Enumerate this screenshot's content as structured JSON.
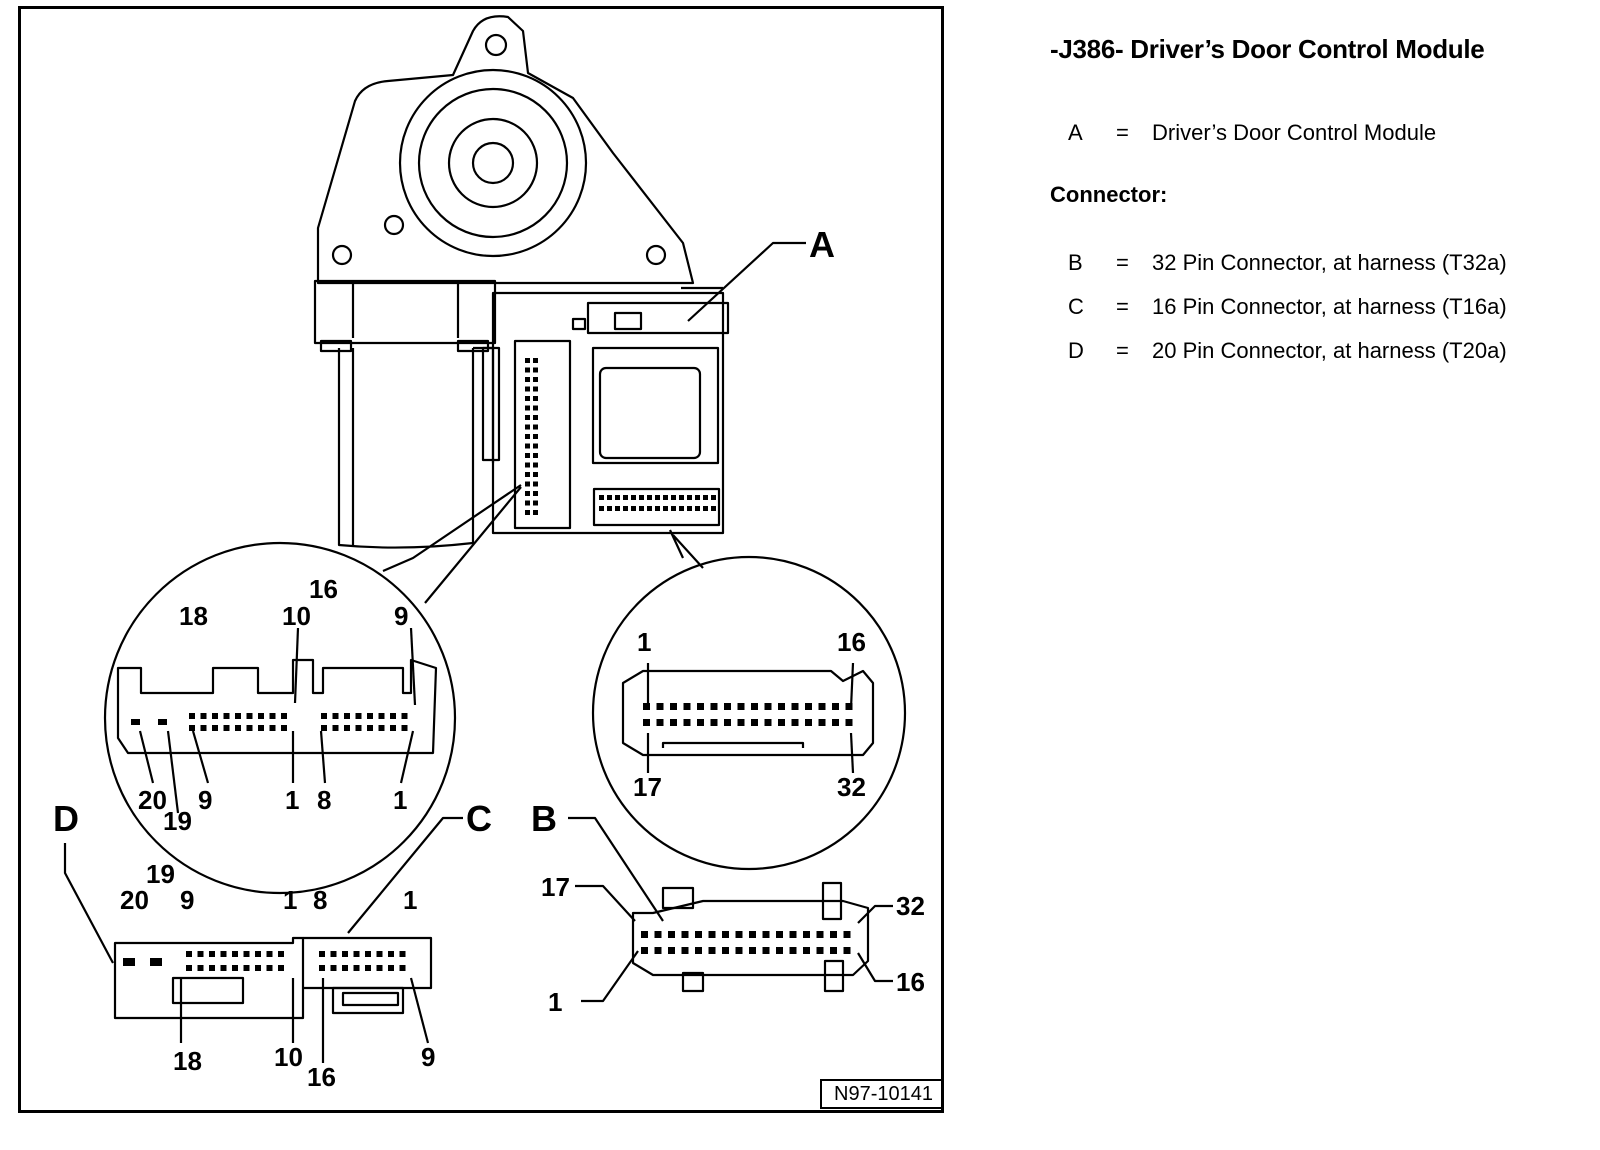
{
  "legend": {
    "title": "-J386- Driver’s Door Control Module",
    "item_a": {
      "key": "A",
      "eq": "=",
      "text": "Driver’s Door Control Module"
    },
    "connector_heading": "Connector:",
    "item_b": {
      "key": "B",
      "eq": "=",
      "text": "32 Pin Connector, at harness (T32a)"
    },
    "item_c": {
      "key": "C",
      "eq": "=",
      "text": "16 Pin Connector, at harness (T16a)"
    },
    "item_d": {
      "key": "D",
      "eq": "=",
      "text": "20 Pin Connector, at harness (T20a)"
    }
  },
  "diagram": {
    "ref_code": "N97-10141",
    "callouts": {
      "a": "A",
      "b": "B",
      "c": "C",
      "d": "D"
    },
    "left_zoom": {
      "top_18": "18",
      "top_10": "10",
      "top_16": "16",
      "top_9": "9",
      "bot_20": "20",
      "bot_19": "19",
      "bot_9": "9",
      "bot_1a": "1",
      "bot_8": "8",
      "bot_1b": "1"
    },
    "right_zoom": {
      "top_1": "1",
      "top_16": "16",
      "bot_17": "17",
      "bot_32": "32"
    },
    "conn_cd": {
      "top_19": "19",
      "top_20": "20",
      "top_9a": "9",
      "top_1a": "1",
      "top_8": "8",
      "top_1b": "1",
      "bot_18": "18",
      "bot_10": "10",
      "bot_16": "16",
      "bot_9": "9"
    },
    "conn_b": {
      "l_17": "17",
      "l_1": "1",
      "r_32": "32",
      "r_16": "16"
    }
  }
}
